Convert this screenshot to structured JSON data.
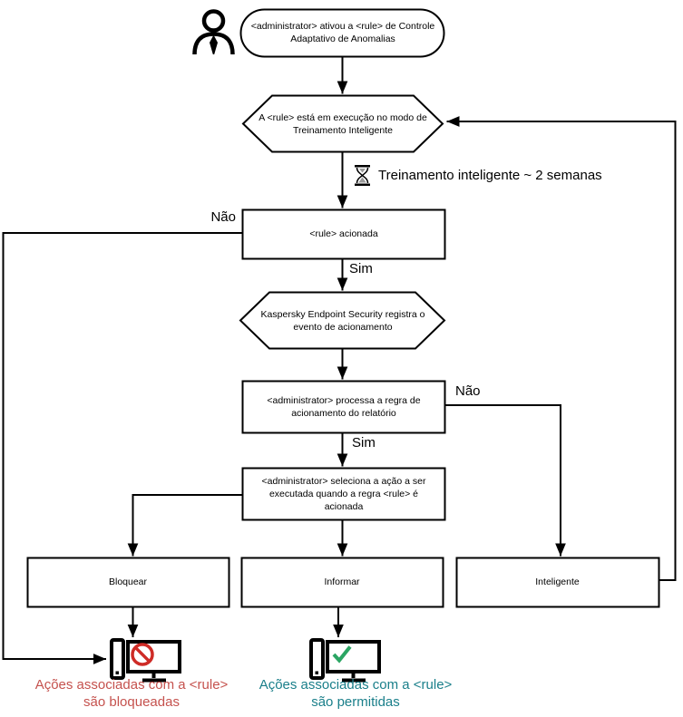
{
  "diagram": {
    "nodes": {
      "start": {
        "lines": [
          "<administrator> ativou a <rule> de Controle",
          "Adaptativo de Anomalias"
        ]
      },
      "hex_training": {
        "lines": [
          "A <rule> está em execução no modo de",
          "Treinamento Inteligente"
        ]
      },
      "rule_triggered": {
        "lines": [
          "<rule> acionada"
        ]
      },
      "hex_registers": {
        "lines": [
          "Kaspersky Endpoint Security registra o",
          "evento de acionamento"
        ]
      },
      "process_rule": {
        "lines": [
          "<administrator> processa a regra de",
          "acionamento do relatório"
        ]
      },
      "select_action": {
        "lines": [
          "<administrator> seleciona a ação a ser",
          "executada quando a regra <rule> é",
          "acionada"
        ]
      },
      "block": {
        "lines": [
          "Bloquear"
        ]
      },
      "inform": {
        "lines": [
          "Informar"
        ]
      },
      "smart": {
        "lines": [
          "Inteligente"
        ]
      }
    },
    "labels": {
      "no1": "Não",
      "yes1": "Sim",
      "no2": "Não",
      "yes2": "Sim",
      "training_note": "Treinamento inteligente ~ 2 semanas"
    },
    "outcomes": {
      "blocked": {
        "lines": [
          "Ações associadas com a <rule>",
          "são bloqueadas"
        ],
        "color": "#c5524e"
      },
      "allowed": {
        "lines": [
          "Ações associadas com a <rule>",
          "são permitidas"
        ],
        "color": "#1a7f8a"
      }
    },
    "icons": [
      "user-icon",
      "hourglass-icon",
      "computer-blocked-icon",
      "computer-allowed-icon"
    ],
    "colors": {
      "line": "#000000",
      "blocked_text": "#c5524e",
      "allowed_text": "#1a7f8a",
      "prohibition_sign": "#ce2b26",
      "check_mark": "#2ba563"
    }
  }
}
